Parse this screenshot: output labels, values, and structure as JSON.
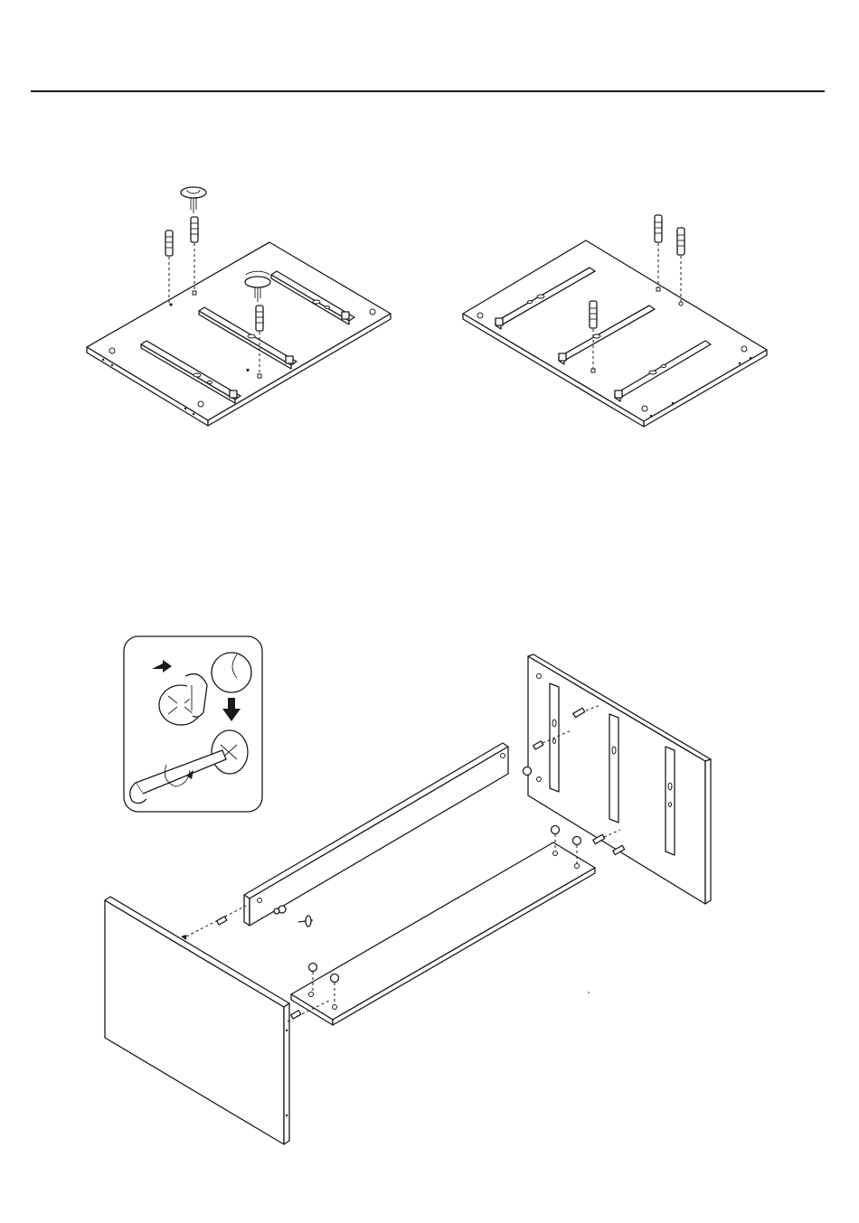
{
  "page": {
    "background": "#ffffff",
    "ink": "#1a1a1a"
  },
  "steps": [
    {
      "id": "step-a",
      "description_items": [
        "cam-dowel-screw",
        "screwdriver",
        "drawer-slide-rail"
      ]
    },
    {
      "id": "step-b",
      "description_items": [
        "cam-dowel-screw",
        "drawer-slide-rail"
      ]
    },
    {
      "id": "step-c",
      "description_items": [
        "side-panel",
        "back-rail",
        "bottom-panel",
        "cam-lock",
        "wooden-dowel"
      ]
    }
  ],
  "detail_callout": {
    "icons": [
      "arrow-right-icon",
      "arrow-down-icon",
      "cam-lock-icon",
      "screwdriver-icon"
    ]
  }
}
